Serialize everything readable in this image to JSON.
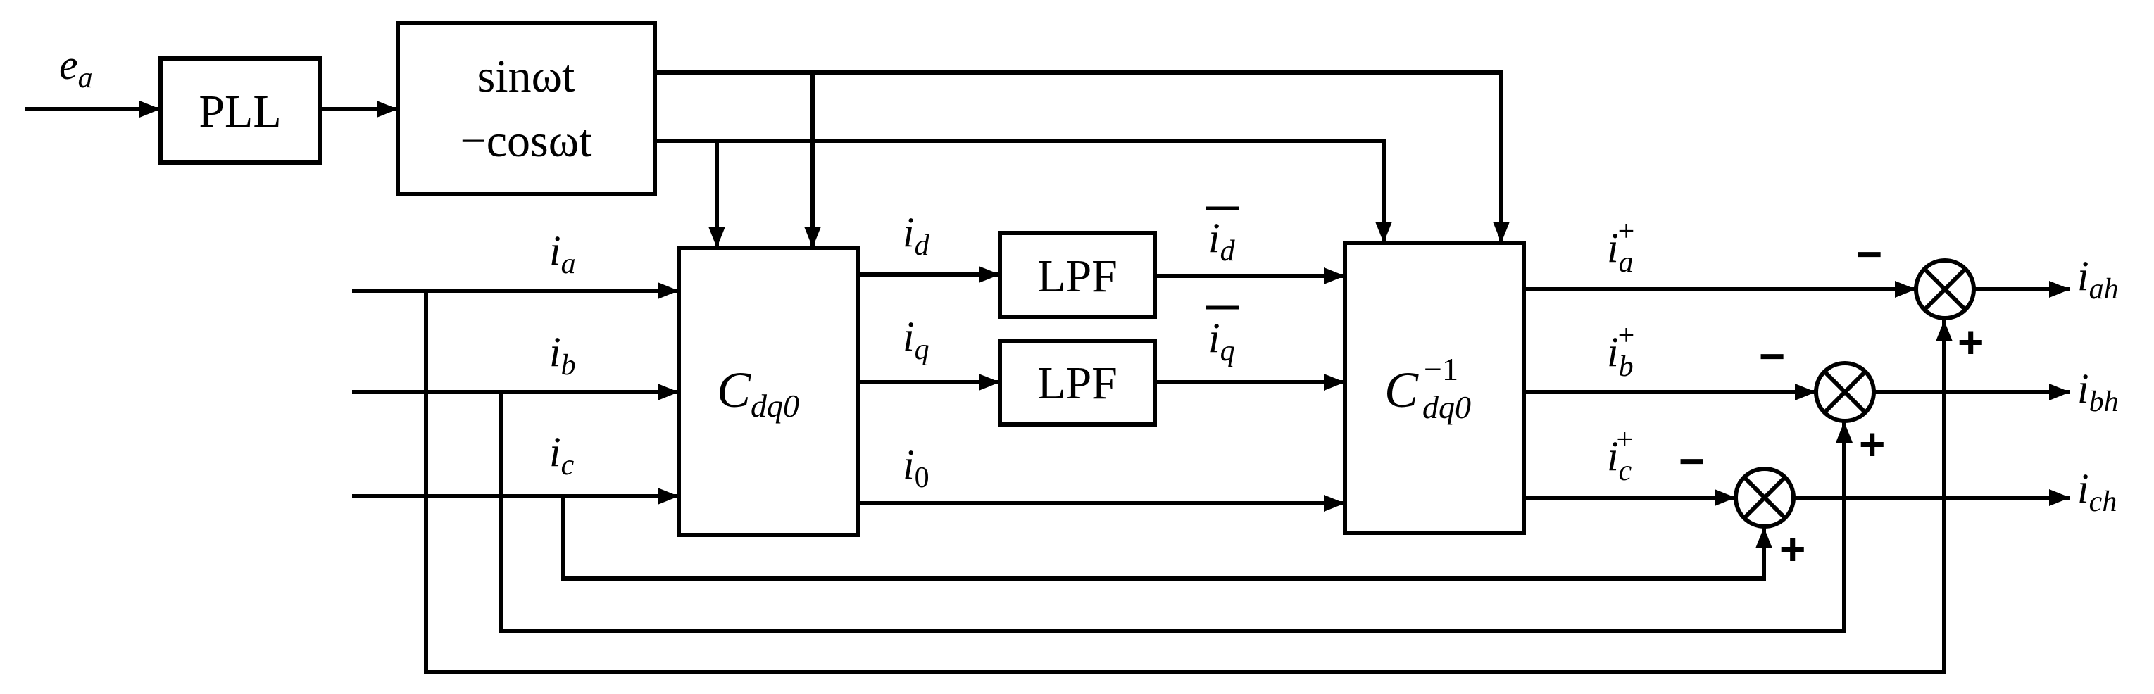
{
  "blocks": {
    "pll": "PLL",
    "trig_sin": "sinωt",
    "trig_cos": "−cosωt",
    "lpf_d": "LPF",
    "lpf_q": "LPF",
    "cdq0_base": "C",
    "cdq0_sub": "dq0",
    "cinv_base": "C",
    "cinv_sub": "dq0",
    "cinv_sup": "−1"
  },
  "signals": {
    "ea_base": "e",
    "ea_sub": "a",
    "ia_base": "i",
    "ia_sub": "a",
    "ib_base": "i",
    "ib_sub": "b",
    "ic_base": "i",
    "ic_sub": "c",
    "id_base": "i",
    "id_sub": "d",
    "iq_base": "i",
    "iq_sub": "q",
    "i0_base": "i",
    "i0_sub": "0",
    "idbar_base": "i",
    "idbar_sub": "d",
    "iqbar_base": "i",
    "iqbar_sub": "q",
    "iap_base": "i",
    "iap_sub": "a",
    "iap_sup": "+",
    "ibp_base": "i",
    "ibp_sub": "b",
    "ibp_sup": "+",
    "icp_base": "i",
    "icp_sub": "c",
    "icp_sup": "+",
    "iah_base": "i",
    "iah_sub": "ah",
    "ibh_base": "i",
    "ibh_sub": "bh",
    "ich_base": "i",
    "ich_sub": "ch"
  },
  "summers": {
    "a_minus": "−",
    "a_plus": "+",
    "b_minus": "−",
    "b_plus": "+",
    "c_minus": "−",
    "c_plus": "+"
  }
}
